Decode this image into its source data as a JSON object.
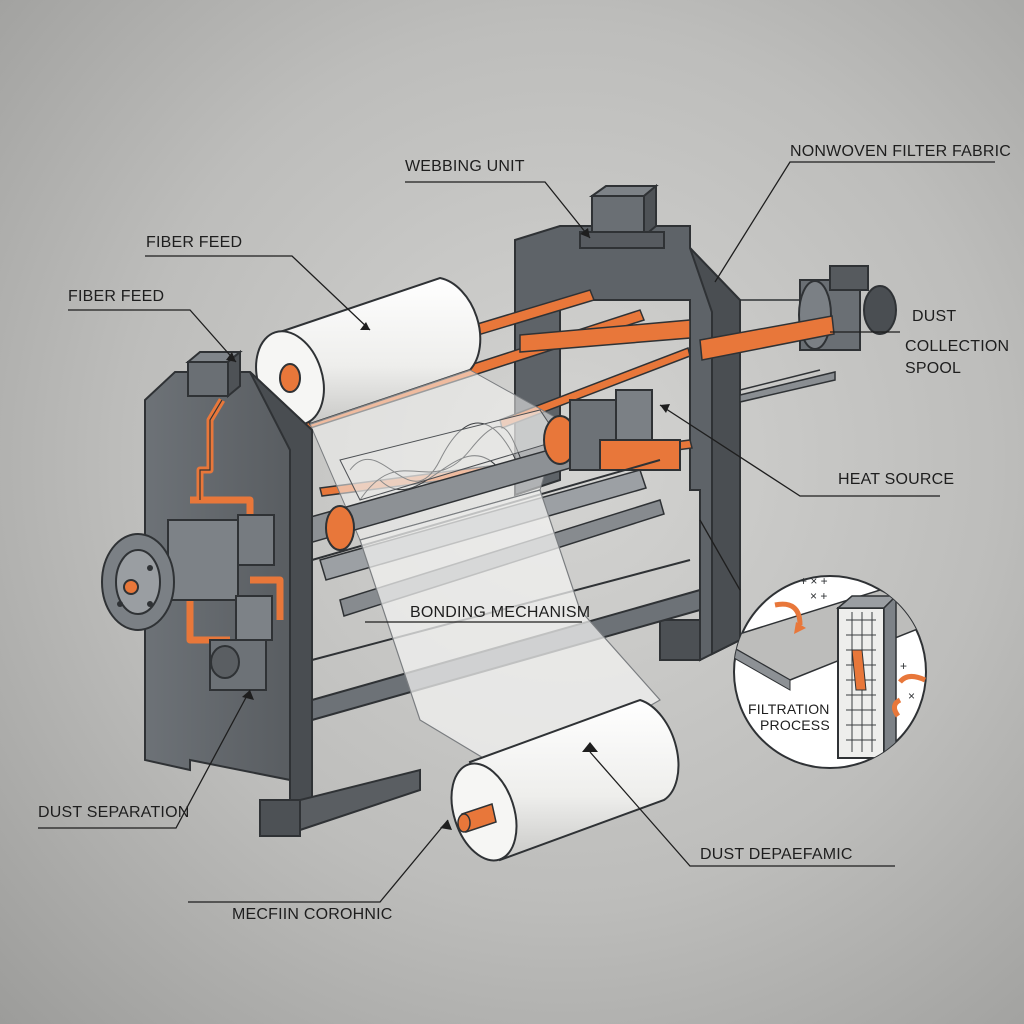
{
  "labels": {
    "webbing_unit": "WEBBING UNIT",
    "nonwoven_filter_fabric": "NONWOVEN FILTER FABRIC",
    "fiber_feed_upper": "FIBER FEED",
    "fiber_feed_lower": "FIBER FEED",
    "dust": "DUST",
    "collection": "COLLECTION",
    "spool": "SPOOL",
    "heat_source": "HEAT SOURCE",
    "bonding_mechanism": "BONDING MECHANISM",
    "filtration_process_line1": "FILTRATION",
    "filtration_process_line2": "PROCESS",
    "dust_separation": "DUST SEPARATION",
    "dust_depaefamic": "DUST DEPAEFAMIC",
    "mechin_corohnic": "MECFIIN COROHNIC"
  },
  "colors": {
    "accent": "#e8773a",
    "frame": "#62676c",
    "frame_dark": "#3e4246",
    "roll": "#f4f4f2",
    "background": "#c6c6c4"
  }
}
